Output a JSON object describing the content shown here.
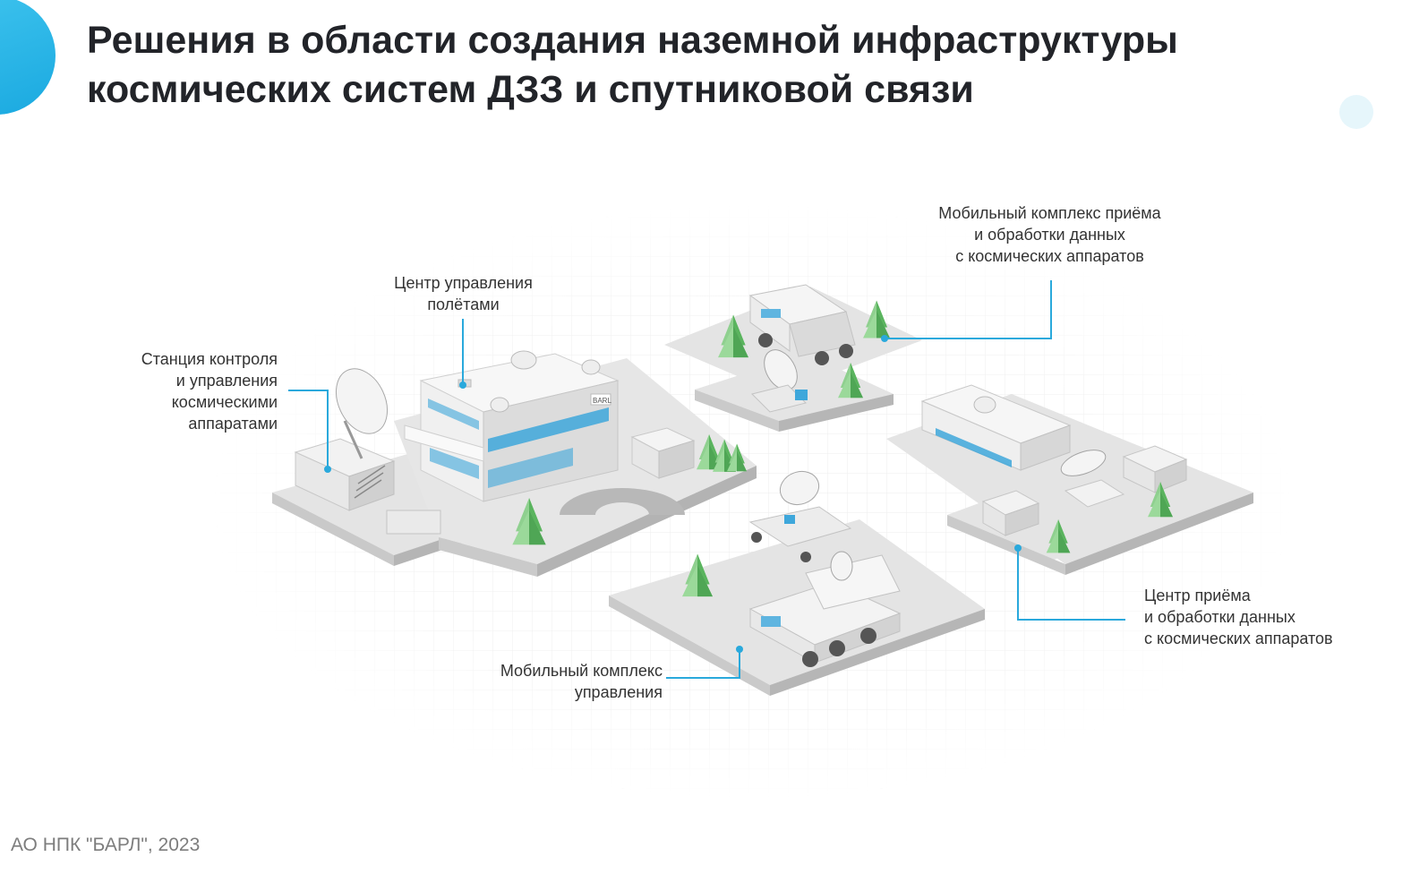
{
  "header": {
    "title_line1": "Решения в области создания наземной инфраструктуры",
    "title_line2": "космических систем ДЗЗ и спутниковой связи"
  },
  "diagram": {
    "labels": {
      "station_control": [
        "Станция контроля",
        "и управления",
        "космическими",
        "аппаратами"
      ],
      "flight_center": [
        "Центр управления",
        "полётами"
      ],
      "mobile_receive": [
        "Мобильный комплекс приёма",
        "и обработки данных",
        "с космических аппаратов"
      ],
      "receive_center": [
        "Центр приёма",
        "и обработки данных",
        "с космических аппаратов"
      ],
      "mobile_control": [
        "Мобильный комплекс",
        "управления"
      ]
    },
    "building_logo": "BARL",
    "accent_color": "#1fa8df",
    "leader_color": "#2aa9dc"
  },
  "footer": {
    "copyright": "АО НПК \"БАРЛ\", 2023"
  }
}
